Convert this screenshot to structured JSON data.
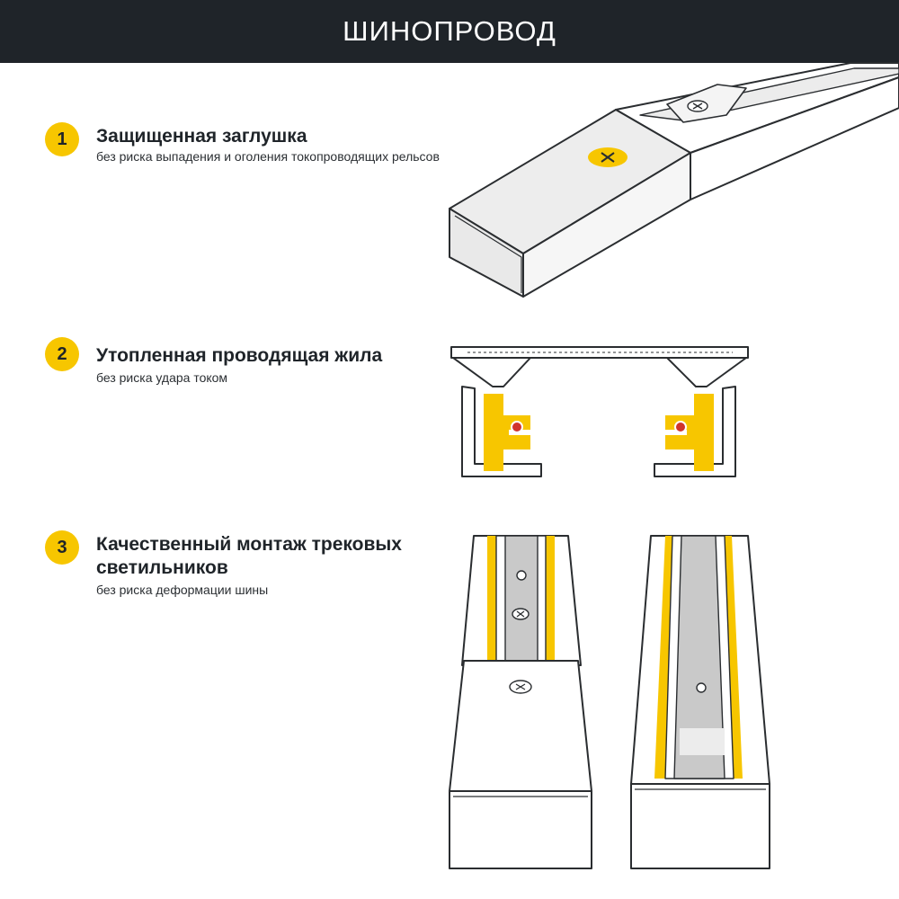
{
  "header": {
    "title": "ШИНОПРОВОД"
  },
  "features": [
    {
      "number": "1",
      "title": "Защищенная заглушка",
      "subtitle": "без риска выпадения и оголения токопроводящих рельсов"
    },
    {
      "number": "2",
      "title": "Утопленная проводящая жила",
      "subtitle": "без риска удара током"
    },
    {
      "number": "3",
      "title": "Качественный монтаж трековых светильников",
      "subtitle": "без риска деформации шины"
    }
  ],
  "colors": {
    "header_bg": "#1f2429",
    "accent_yellow": "#f7c600",
    "conductor_red": "#d0342c",
    "outline": "#2a2d30",
    "cap_grey": "#ececec",
    "slot_grey": "#c9c9c9"
  }
}
